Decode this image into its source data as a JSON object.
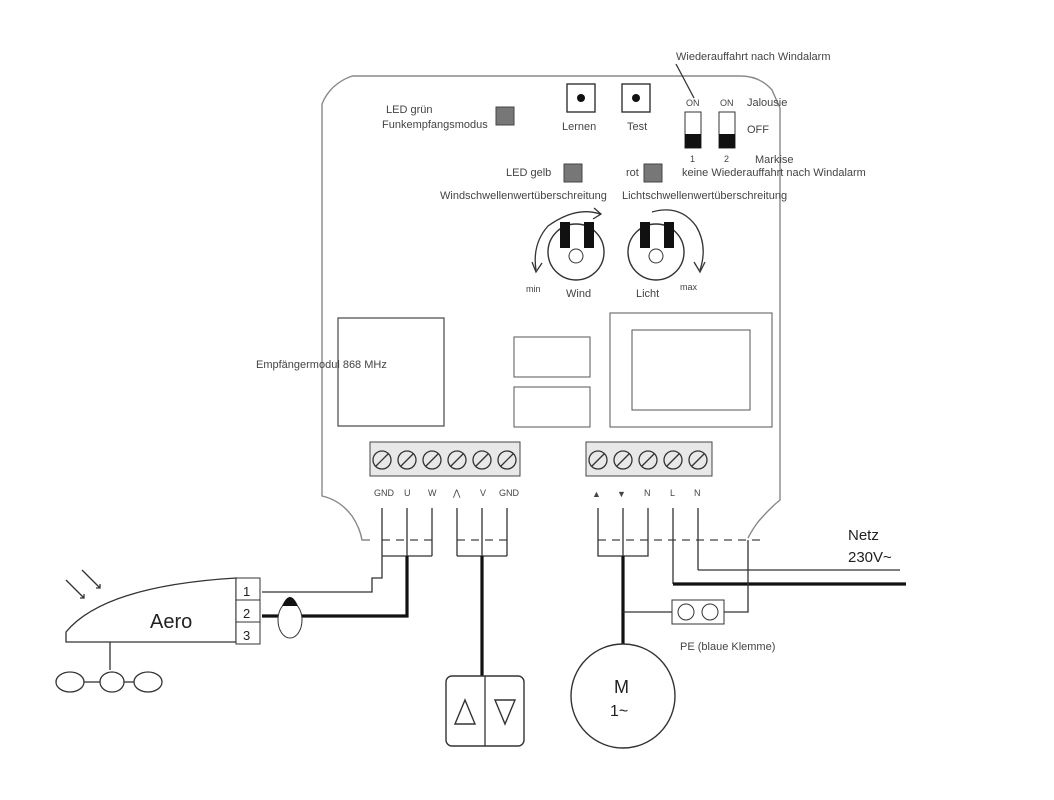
{
  "labels": {
    "wiederauffahrt_top": "Wiederauffahrt nach Windalarm",
    "led_gruen_1": "LED grün",
    "led_gruen_2": "Funkempfangsmodus",
    "lernen": "Lernen",
    "test": "Test",
    "on1": "ON",
    "on2": "ON",
    "jalousie": "Jalousie",
    "off": "OFF",
    "dip1": "1",
    "dip2": "2",
    "markise": "Markise",
    "keine_wiederauffahrt": "keine Wiederauffahrt nach Windalarm",
    "led_gelb": "LED gelb",
    "rot": "rot",
    "wind_schwelle": "Windschwellenwertüberschreitung",
    "licht_schwelle": "Lichtschwellenwertüberschreitung",
    "wind": "Wind",
    "licht": "Licht",
    "min": "min",
    "max": "max",
    "empfaenger": "Empfängermodul 868 MHz",
    "netz": "Netz",
    "netz_v": "230V~",
    "pe": "PE (blaue Klemme)",
    "aero": "Aero",
    "aero_pins": [
      "1",
      "2",
      "3"
    ],
    "motor_m": "M",
    "motor_phase": "1~"
  },
  "terminals_left": [
    "GND",
    "U",
    "W",
    "⋀",
    "V",
    "GND"
  ],
  "terminals_right": [
    "▲",
    "▼",
    "N",
    "L",
    "N"
  ]
}
